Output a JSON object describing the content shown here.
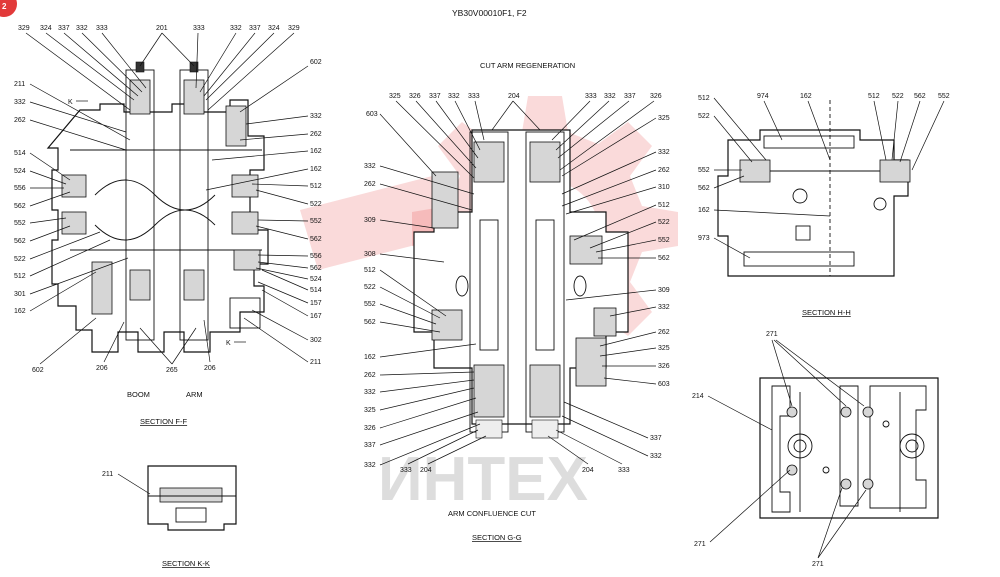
{
  "header": {
    "title": "YB30V00010F1, F2",
    "corner_badge": "2"
  },
  "watermark": {
    "text": "ИНТЕХ",
    "color": "#e23030"
  },
  "section_ff": {
    "caption": "SECTION  F-F",
    "sub_left": "BOOM",
    "sub_right": "ARM",
    "section_marker": "K",
    "top_labels": [
      "329",
      "324",
      "337",
      "332",
      "333",
      "201",
      "333",
      "332",
      "337",
      "324",
      "329"
    ],
    "right_labels": [
      "602",
      "332",
      "262",
      "162",
      "162",
      "512",
      "522",
      "552",
      "562",
      "556",
      "562",
      "524",
      "514",
      "157",
      "167",
      "302",
      "211"
    ],
    "left_labels": [
      "211",
      "332",
      "262",
      "514",
      "524",
      "556",
      "562",
      "552",
      "562",
      "522",
      "512",
      "301",
      "162"
    ],
    "bottom_labels": [
      "602",
      "206",
      "265",
      "206"
    ]
  },
  "section_kk": {
    "caption": "SECTION  K-K",
    "labels": [
      "211"
    ]
  },
  "section_gg": {
    "caption": "SECTION  G-G",
    "top_caption": "CUT    ARM REGENERATION",
    "bottom_caption": "ARM CONFLUENCE     CUT",
    "top_labels": [
      "325",
      "326",
      "337",
      "332",
      "333",
      "204",
      "333",
      "332",
      "337",
      "326"
    ],
    "right_labels": [
      "325",
      "332",
      "262",
      "310",
      "512",
      "522",
      "552",
      "562",
      "309",
      "332",
      "262",
      "325",
      "326",
      "603",
      "337",
      "332"
    ],
    "left_labels": [
      "603",
      "332",
      "262",
      "309",
      "308",
      "512",
      "522",
      "552",
      "562",
      "162",
      "262",
      "332",
      "325",
      "326",
      "337",
      "332"
    ],
    "bottom_labels": [
      "333",
      "204",
      "204",
      "333"
    ]
  },
  "section_hh": {
    "caption": "SECTION  H-H",
    "labels": [
      "512",
      "522",
      "974",
      "162",
      "512",
      "522",
      "562",
      "552",
      "552",
      "562",
      "162",
      "973"
    ]
  },
  "view_port": {
    "labels": [
      "271",
      "214",
      "271",
      "271"
    ]
  }
}
